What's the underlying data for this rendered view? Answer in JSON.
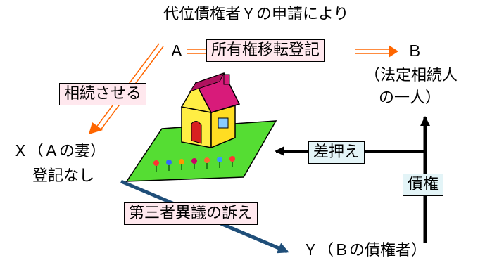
{
  "header": {
    "note": "代位債権者Ｙの申請により"
  },
  "nodes": {
    "a": "Ａ",
    "b": "Ｂ",
    "b_note_line1": "（法定相続人",
    "b_note_line2": "の一人）",
    "x_line1": "Ｘ（Ａの妻）",
    "x_line2": "登記なし",
    "y": "Ｙ（Ｂの債権者）"
  },
  "labels": {
    "transfer": "所有権移転登記",
    "inherit": "相続させる",
    "seizure": "差押え",
    "claim": "債権",
    "lawsuit": "第三者異議の訴え"
  },
  "colors": {
    "orange_arrow": "#ff6600",
    "blue_arrow": "#1f4e79",
    "pink_box": "#ffe8ee",
    "blue_box": "#e3f4f7",
    "lawn": "#55dd33"
  },
  "icons": {
    "property": "house-icon"
  }
}
